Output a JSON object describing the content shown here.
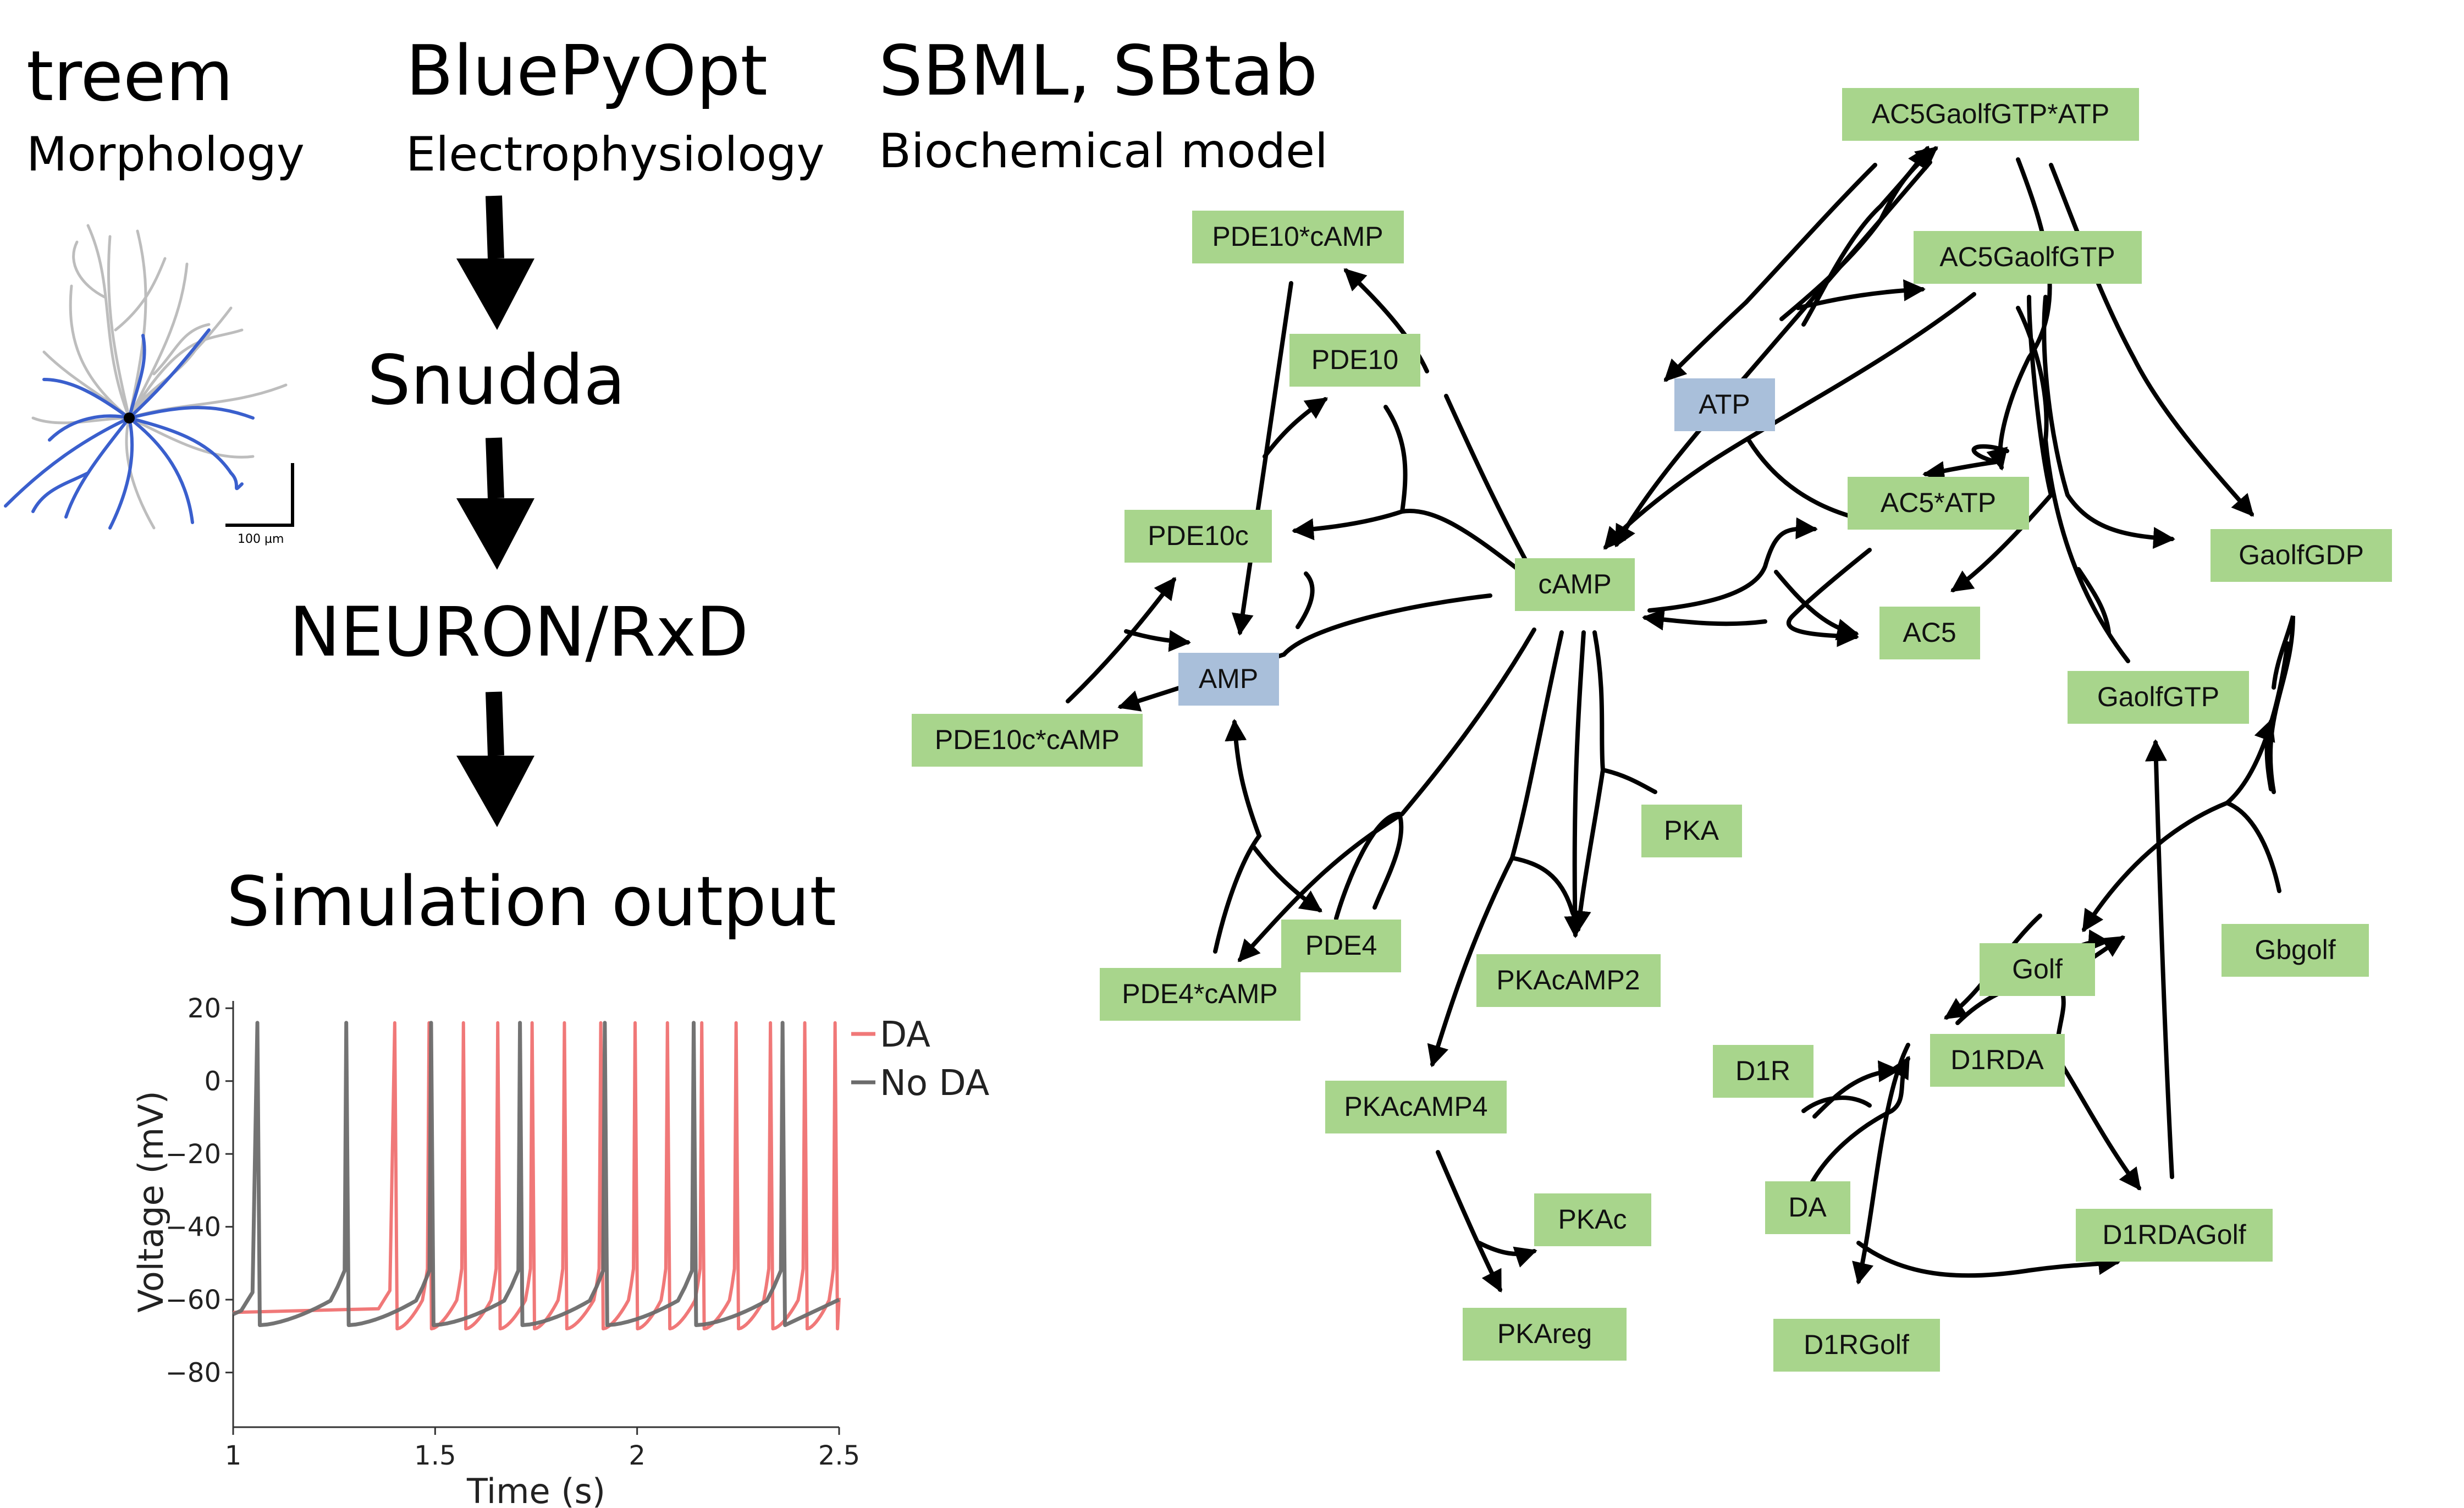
{
  "tools": [
    {
      "name": "treem",
      "subtitle": "Morphology"
    },
    {
      "name": "BluePyOpt",
      "subtitle": "Electrophysiology"
    },
    {
      "name": "SBML, SBtab",
      "subtitle": "Biochemical model"
    }
  ],
  "pipeline": {
    "step1": "Snudda",
    "step2": "NEURON/RxD",
    "step3": "Simulation output"
  },
  "morphology": {
    "scale_label": "100 µm",
    "colors": {
      "dendrite_main": "#3a5fcd",
      "dendrite_other": "#b8b8b8"
    }
  },
  "network": {
    "colors": {
      "species": "#a8d58c",
      "metabolite": "#a9bfda"
    },
    "nodes": [
      {
        "id": "AC5GaolfGTPATP",
        "label": "AC5GaolfGTP*ATP",
        "kind": "species"
      },
      {
        "id": "PDE10cAMP",
        "label": "PDE10*cAMP",
        "kind": "species"
      },
      {
        "id": "AC5GaolfGTP",
        "label": "AC5GaolfGTP",
        "kind": "species"
      },
      {
        "id": "PDE10",
        "label": "PDE10",
        "kind": "species"
      },
      {
        "id": "ATP",
        "label": "ATP",
        "kind": "metabolite"
      },
      {
        "id": "AC5ATP",
        "label": "AC5*ATP",
        "kind": "species"
      },
      {
        "id": "PDE10c",
        "label": "PDE10c",
        "kind": "species"
      },
      {
        "id": "GaolfGDP",
        "label": "GaolfGDP",
        "kind": "species"
      },
      {
        "id": "cAMP",
        "label": "cAMP",
        "kind": "species"
      },
      {
        "id": "AC5",
        "label": "AC5",
        "kind": "species"
      },
      {
        "id": "AMP",
        "label": "AMP",
        "kind": "metabolite"
      },
      {
        "id": "GaolfGTP",
        "label": "GaolfGTP",
        "kind": "species"
      },
      {
        "id": "PDE10ccAMP",
        "label": "PDE10c*cAMP",
        "kind": "species"
      },
      {
        "id": "PKA",
        "label": "PKA",
        "kind": "species"
      },
      {
        "id": "PDE4",
        "label": "PDE4",
        "kind": "species"
      },
      {
        "id": "Gbgolf",
        "label": "Gbgolf",
        "kind": "species"
      },
      {
        "id": "Golf",
        "label": "Golf",
        "kind": "species"
      },
      {
        "id": "PKAcAMP2",
        "label": "PKAcAMP2",
        "kind": "species"
      },
      {
        "id": "PDE4cAMP",
        "label": "PDE4*cAMP",
        "kind": "species"
      },
      {
        "id": "D1RDA",
        "label": "D1RDA",
        "kind": "species"
      },
      {
        "id": "D1R",
        "label": "D1R",
        "kind": "species"
      },
      {
        "id": "PKAcAMP4",
        "label": "PKAcAMP4",
        "kind": "species"
      },
      {
        "id": "DA",
        "label": "DA",
        "kind": "species"
      },
      {
        "id": "PKAc",
        "label": "PKAc",
        "kind": "species"
      },
      {
        "id": "D1RDAGolf",
        "label": "D1RDAGolf",
        "kind": "species"
      },
      {
        "id": "PKAreg",
        "label": "PKAreg",
        "kind": "species"
      },
      {
        "id": "D1RGolf",
        "label": "D1RGolf",
        "kind": "species"
      }
    ]
  },
  "chart_data": {
    "type": "line",
    "xlabel": "Time (s)",
    "ylabel": "Voltage (mV)",
    "xlim": [
      1,
      2.5
    ],
    "ylim": [
      -95,
      22
    ],
    "xticks": [
      "1",
      "1.5",
      "2",
      "2.5"
    ],
    "yticks": [
      "20",
      "0",
      "−20",
      "−40",
      "−60",
      "−80"
    ],
    "legend_position": "top-right",
    "series": [
      {
        "name": "DA",
        "color": "#f07878",
        "rest": -63.5,
        "spike_peak": 16,
        "spike_trough": -68,
        "spike_times": [
          1.4,
          1.485,
          1.57,
          1.655,
          1.74,
          1.82,
          1.91,
          1.995,
          2.075,
          2.16,
          2.245,
          2.33,
          2.415,
          2.49
        ]
      },
      {
        "name": "No DA",
        "color": "#6b6b6b",
        "rest": -64,
        "spike_peak": 16,
        "spike_trough": -67,
        "spike_times": [
          1.06,
          1.28,
          1.49,
          1.71,
          1.92,
          2.14,
          2.36
        ]
      }
    ]
  }
}
